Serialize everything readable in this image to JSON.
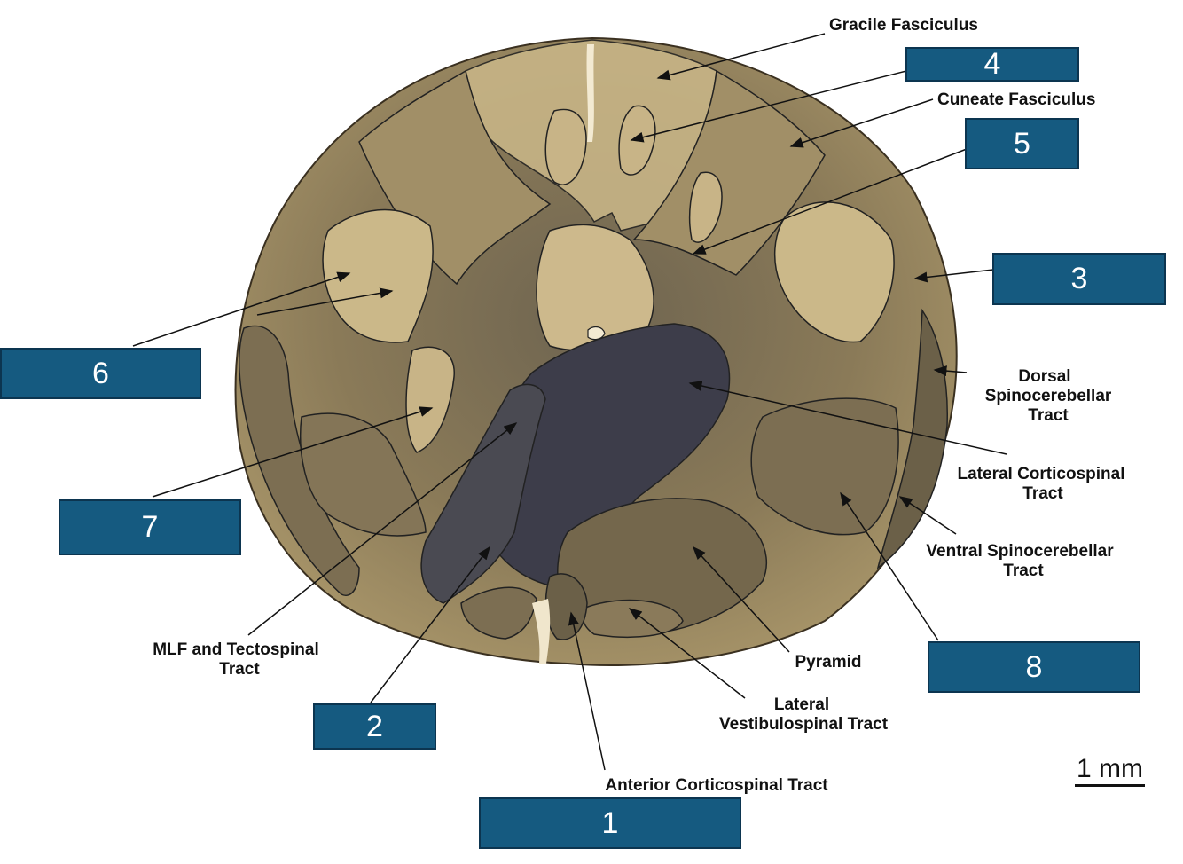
{
  "labels": {
    "gracile": "Gracile Fasciculus",
    "cuneate": "Cuneate Fasciculus",
    "dorsal_sc_1": "Dorsal",
    "dorsal_sc_2": "Spinocerebellar",
    "dorsal_sc_3": "Tract",
    "lateral_cs_1": "Lateral Corticospinal",
    "lateral_cs_2": "Tract",
    "ventral_sc_1": "Ventral Spinocerebellar",
    "ventral_sc_2": "Tract",
    "pyramid": "Pyramid",
    "lat_vest_1": "Lateral",
    "lat_vest_2": "Vestibulospinal Tract",
    "anterior_cs": "Anterior Corticospinal Tract",
    "mlf_1": "MLF and Tectospinal",
    "mlf_2": "Tract"
  },
  "answer_boxes": [
    "1",
    "2",
    "3",
    "4",
    "5",
    "6",
    "7",
    "8"
  ],
  "scale_bar": "1 mm",
  "colors": {
    "tissue_light": "#c9b68a",
    "tissue_mid": "#8c7a57",
    "tissue_dark": "#3a3a48",
    "box_fill": "#155a80",
    "outline": "#1a1a1a"
  }
}
